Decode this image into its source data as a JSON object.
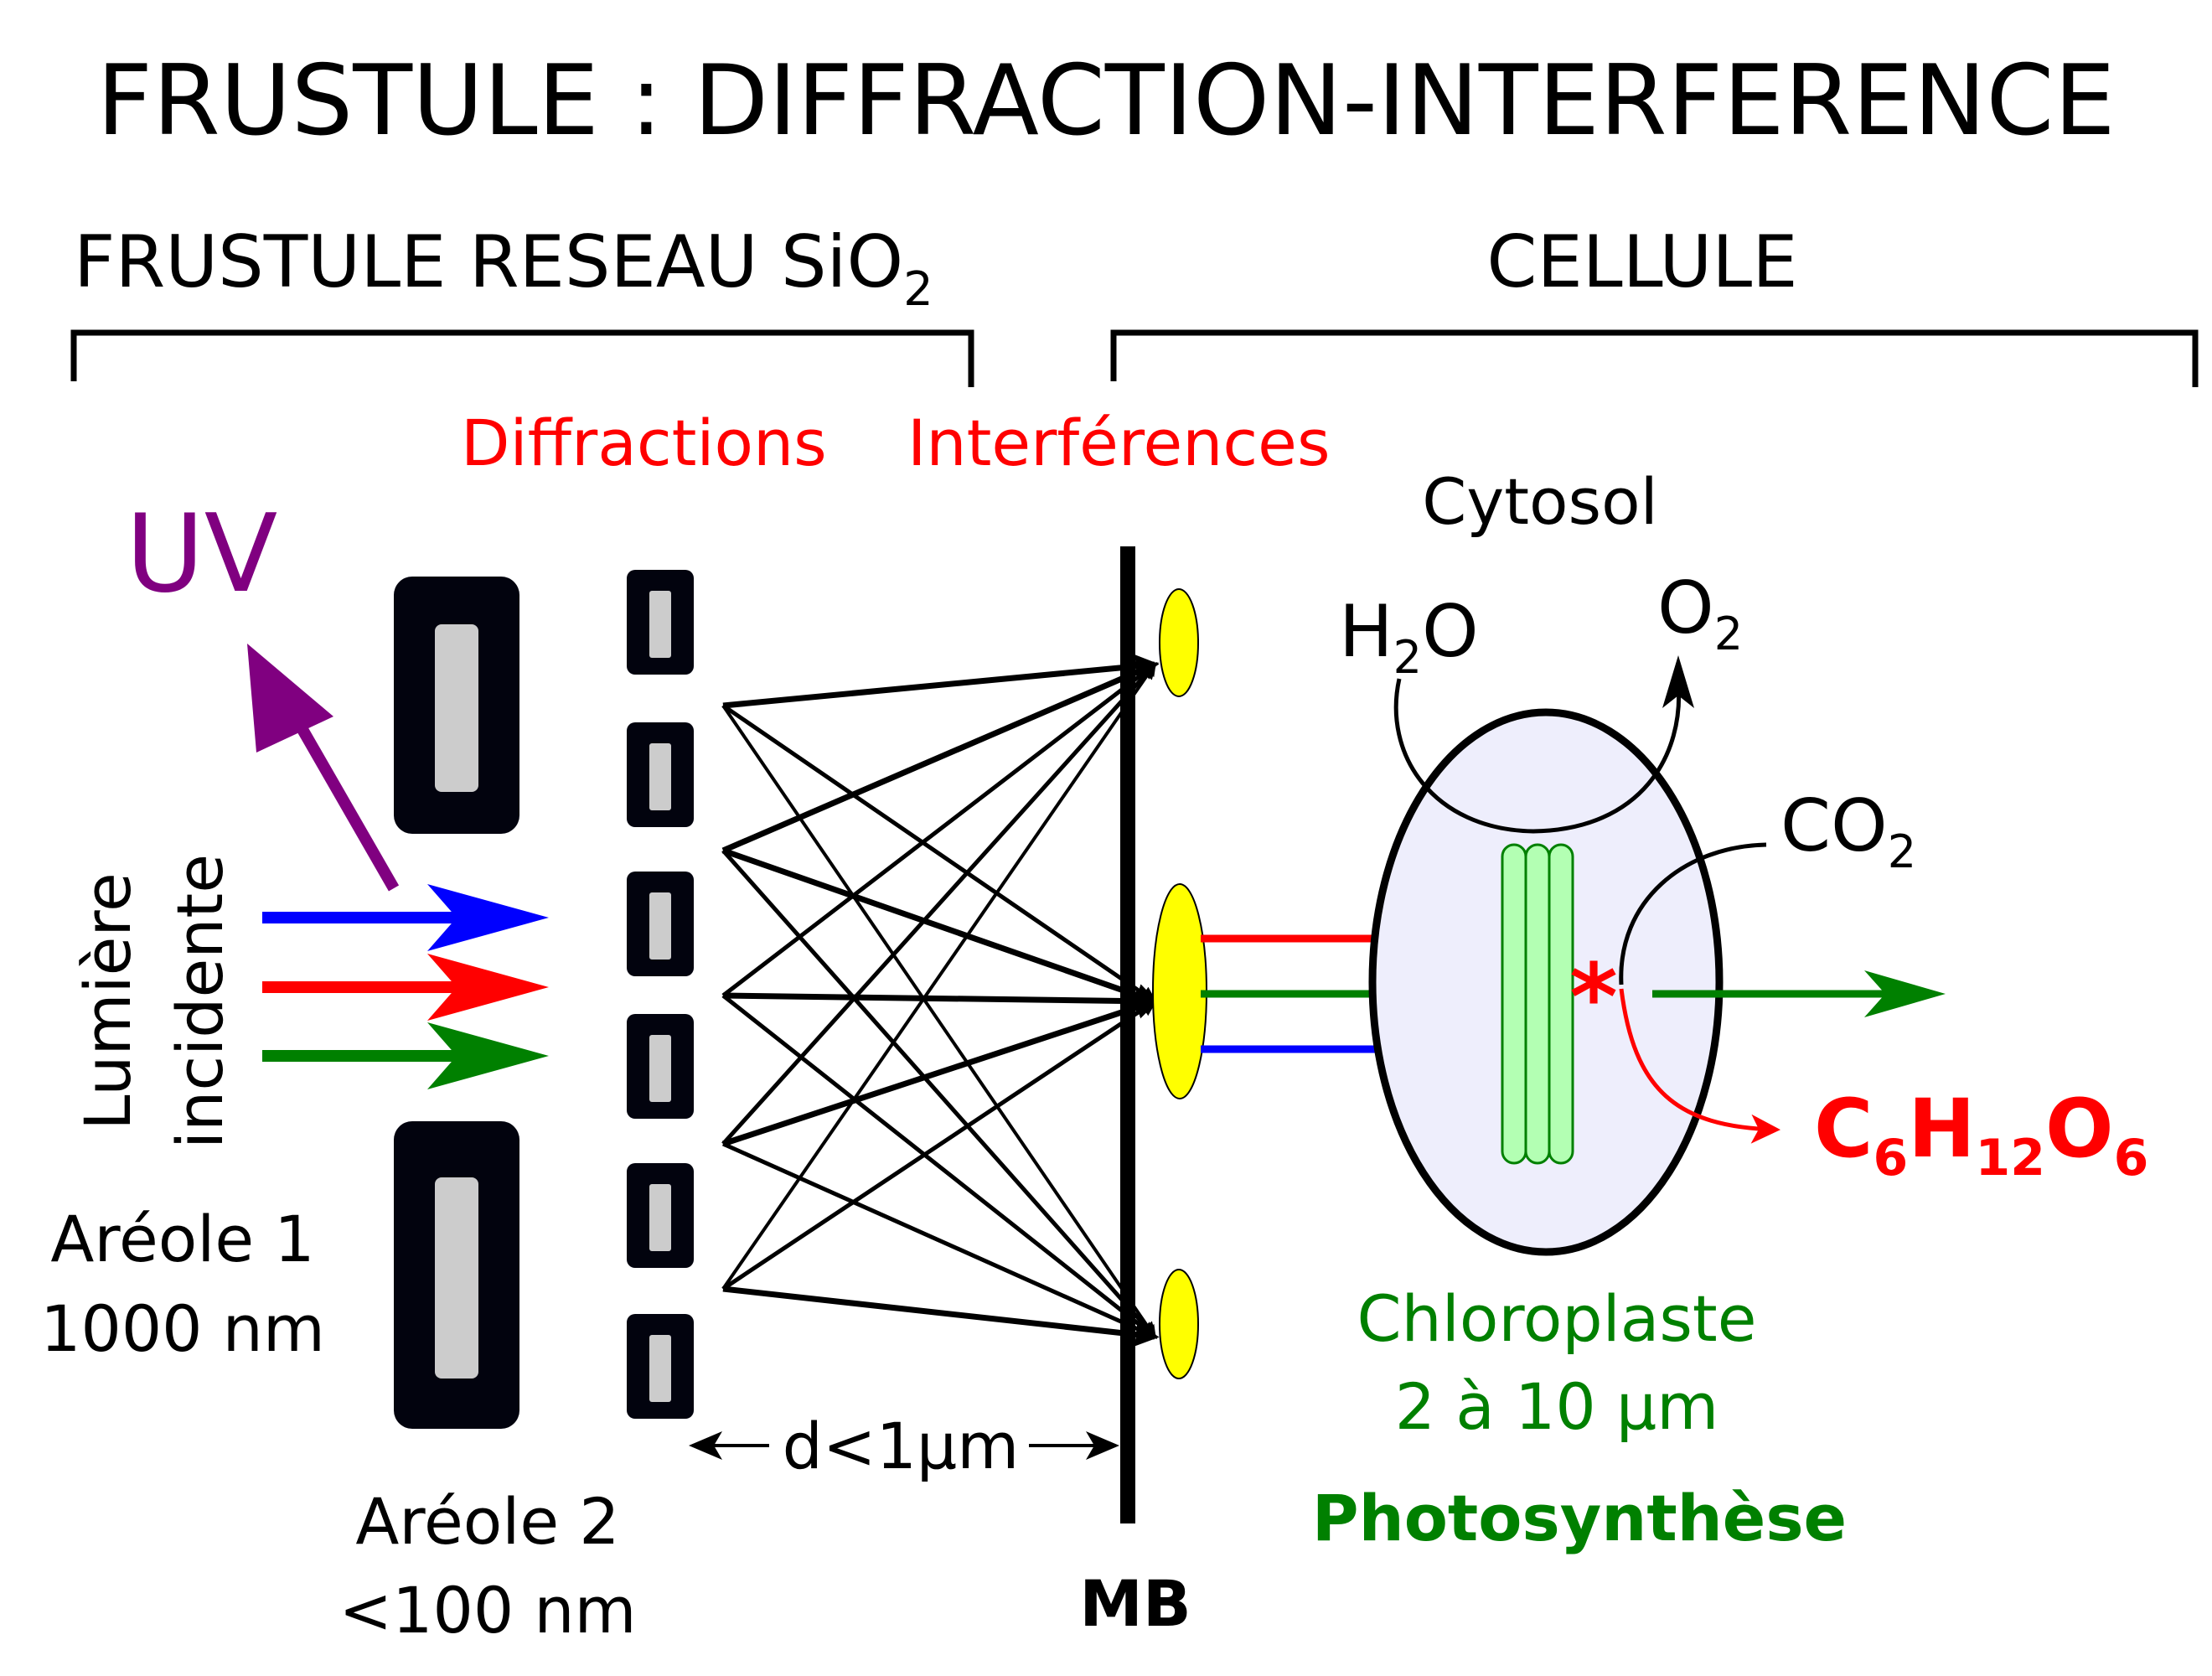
{
  "title": "FRUSTULE : DIFFRACTION-INTERFERENCE",
  "sections": {
    "frustule": {
      "label": "FRUSTULE RESEAU SiO",
      "sub": "2"
    },
    "cell": {
      "label": "CELLULE"
    }
  },
  "processes": {
    "diffraction": "Diffractions",
    "interference": "Interférences"
  },
  "uv": "UV",
  "incident_light": {
    "line1": "Lumière",
    "line2": "incidente"
  },
  "areole1": {
    "name": "Aréole 1",
    "size": "1000 nm"
  },
  "areole2": {
    "name": "Aréole 2",
    "size": "<100 nm"
  },
  "distance": "d<1µm",
  "membrane": "MB",
  "cytosol": "Cytosol",
  "molecules": {
    "h2o": {
      "a": "H",
      "sub": "2",
      "b": "O"
    },
    "o2": {
      "a": "O",
      "sub": "2"
    },
    "co2": {
      "a": "CO",
      "sub": "2"
    },
    "glucose": {
      "c": "C",
      "c_n": "6",
      "h": "H",
      "h_n": "12",
      "o": "O",
      "o_n": "6"
    }
  },
  "reaction_mark": "*",
  "chloroplast": {
    "name": "Chloroplaste",
    "size": "2 à 10 µm"
  },
  "photosynthesis": "Photosynthèse",
  "colors": {
    "ink": "#000000",
    "red": "#ff0000",
    "green": "#008000",
    "blue": "#0000ff",
    "purple": "#800080",
    "yellow": "#ffff00",
    "pore_frame": "#02030e",
    "pore_fill": "#cccccc",
    "cell_fill": "#eeeefc",
    "thylakoid": "#b3ffb3"
  }
}
